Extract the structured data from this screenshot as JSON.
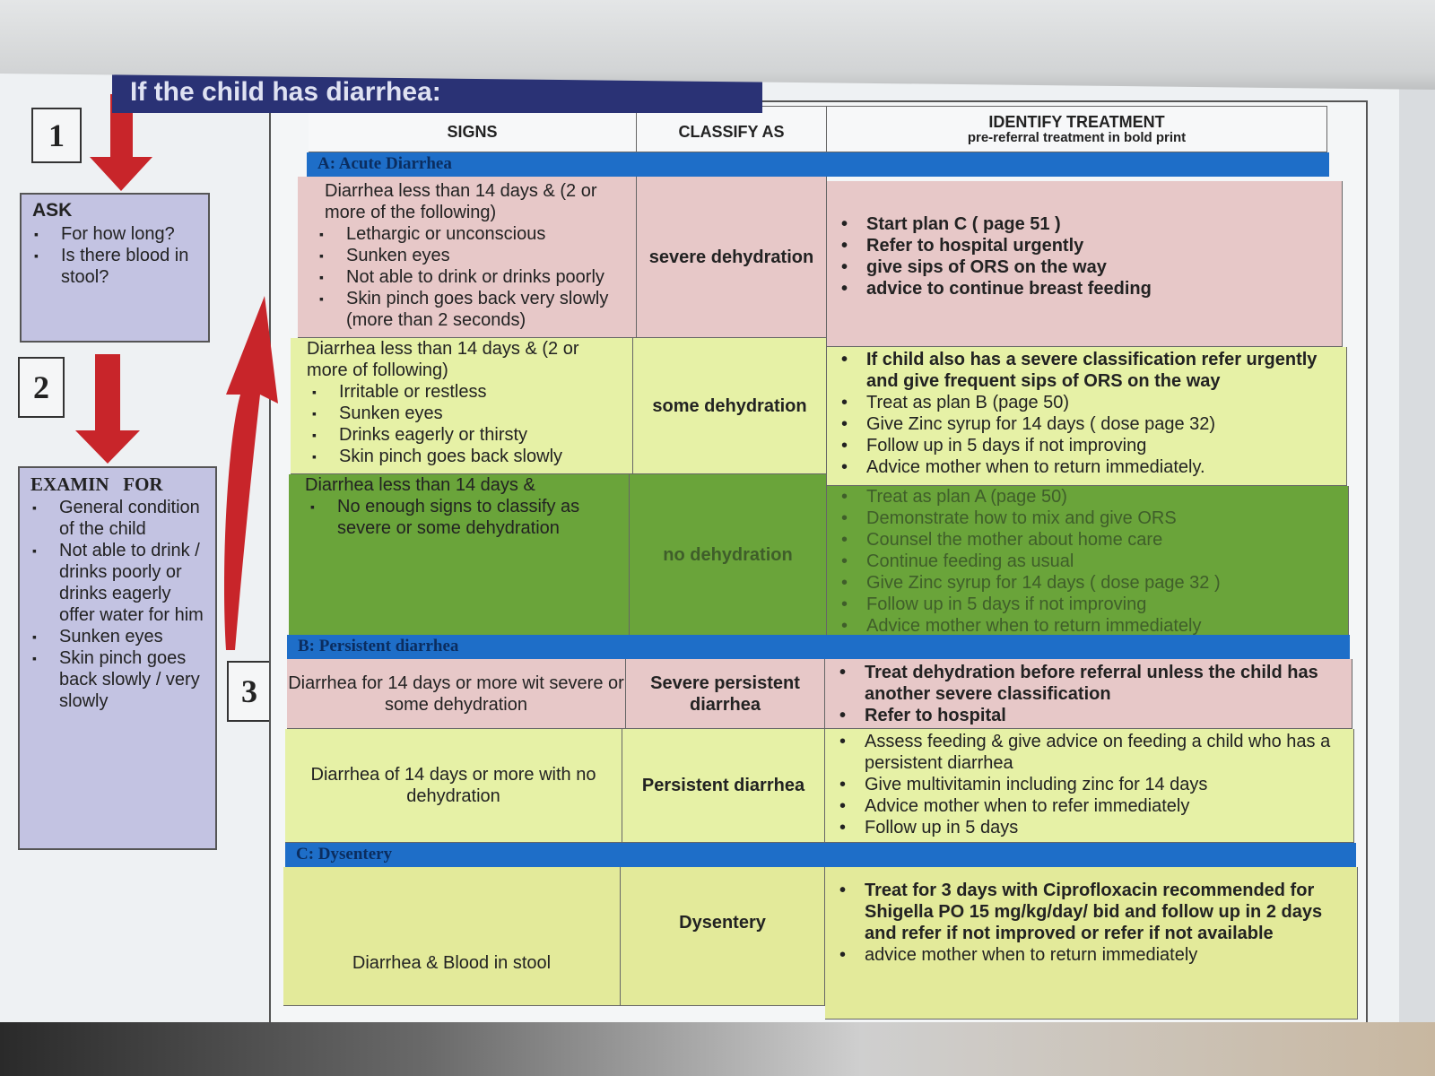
{
  "banner": "If the child has diarrhea:",
  "steps": [
    "1",
    "2",
    "3"
  ],
  "ask": {
    "title": "ASK",
    "items": [
      "For how long?",
      "Is there blood in stool?"
    ]
  },
  "examine": {
    "title": "EXAMIN   FOR",
    "items": [
      "General condition of the child",
      "Not able to drink / drinks poorly or drinks eagerly offer water for him",
      "Sunken eyes",
      "Skin pinch goes back slowly / very slowly"
    ]
  },
  "table": {
    "headers": {
      "signs": "SIGNS",
      "classify": "CLASSIFY AS",
      "treatment": "IDENTIFY TREATMENT",
      "treatment_sub": "pre-referral treatment in bold print"
    },
    "sections": {
      "a": "A: Acute Diarrhea",
      "b": "B: Persistent diarrhea",
      "c": "C: Dysentery"
    },
    "rows": [
      {
        "color": "#e7c8c8",
        "signs_intro": "Diarrhea less than 14 days & (2 or more of the following)",
        "signs": [
          "Lethargic or unconscious",
          "Sunken eyes",
          "Not able to drink or drinks poorly",
          "Skin pinch goes back very slowly (more than 2 seconds)"
        ],
        "classify": "severe dehydration",
        "treatment": [
          "Start plan C ( page 51 )",
          "Refer to hospital urgently",
          "give sips of ORS on the way",
          "advice to continue breast feeding"
        ]
      },
      {
        "color": "#e6f1a6",
        "signs_intro": "Diarrhea less than 14 days & (2 or more of following)",
        "signs": [
          "Irritable or restless",
          "Sunken eyes",
          "Drinks eagerly or thirsty",
          "Skin pinch goes back slowly"
        ],
        "classify": "some dehydration",
        "treatment": [
          "If child also has a severe classification refer urgently and give frequent sips of ORS on the way",
          "Treat as plan B (page 50)",
          "Give Zinc syrup for 14 days ( dose page 32)",
          "Follow up in 5 days if not improving",
          "Advice mother when to return immediately."
        ]
      },
      {
        "color": "#6aa43a",
        "signs_intro": "Diarrhea less than 14 days &",
        "signs": [
          "No enough signs to classify as severe or some dehydration"
        ],
        "classify": "no dehydration",
        "treatment": [
          "Treat as plan A (page 50)",
          "Demonstrate how to mix and give ORS",
          "Counsel the mother about home care",
          "Continue feeding as usual",
          "Give Zinc syrup for 14 days ( dose page 32 )",
          "Follow up in 5 days if not improving",
          "Advice mother when to return immediately"
        ]
      },
      {
        "color": "#e7c8c8",
        "signs_text": "Diarrhea for 14 days or more wit severe or some dehydration",
        "classify": "Severe persistent diarrhea",
        "treatment": [
          "Treat dehydration before referral unless the child has another severe classification",
          "Refer to hospital"
        ]
      },
      {
        "color": "#e6f1a6",
        "signs_text": "Diarrhea of  14 days  or more with no dehydration",
        "classify": "Persistent diarrhea",
        "treatment": [
          "Assess feeding & give advice on feeding a child who has a persistent diarrhea",
          "Give multivitamin including zinc for 14 days",
          "Advice mother when to refer immediately",
          "Follow up in 5 days"
        ]
      },
      {
        "color": "#e3ea9a",
        "signs_text": "Diarrhea & Blood in stool",
        "classify": "Dysentery",
        "treatment": [
          "Treat for 3 days with Ciprofloxacin recommended for Shigella  PO 15 mg/kg/day/ bid and  follow up in 2 days and refer if not improved or refer if not available",
          "advice mother when to return immediately"
        ]
      }
    ]
  },
  "colors": {
    "banner": "#2a3275",
    "section_band": "#1e6ec8",
    "arrow": "#c8252a",
    "side_box": "#c3c3e2"
  }
}
